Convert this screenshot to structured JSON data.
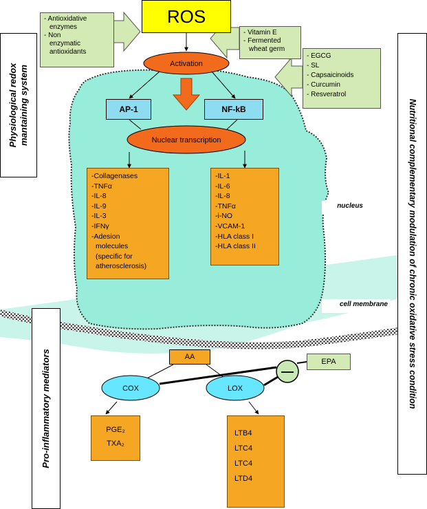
{
  "side_labels": {
    "left_top": [
      "Physiological redox",
      "mantaining system"
    ],
    "left_bottom": "Pro-inflammatory mediators",
    "right": "Nutritional complementary modulation of chronic oxidative stress condition"
  },
  "ros": "ROS",
  "activation": "Activation",
  "nuclear_transcription": "Nuclear transcription",
  "physiological_box": [
    "- Antioxidative",
    "  enzymes",
    "- Non",
    "  enzymatic",
    "  antioxidants"
  ],
  "vitamin_box": [
    "- Vitamin  E",
    "- Fermented",
    "  wheat germ"
  ],
  "nutrients_box": [
    "- EGCG",
    "- SL",
    "- Capsaicinoids",
    "- Curcumin",
    "- Resveratrol"
  ],
  "ap1": "AP-1",
  "nfkb": "NF-kB",
  "ap1_genes": [
    "-Collagenases",
    "-TNFα",
    "-IL-8",
    "-IL-9",
    "-IL-3",
    "-IFNγ",
    "-Adesion",
    "  molecules",
    "  (specific for",
    "  atherosclerosis)"
  ],
  "nfkb_genes": [
    "-IL-1",
    "-IL-6",
    "-IL-8",
    "-TNFα",
    "-i-NO",
    "-VCAM-1",
    "-HLA class I",
    "-HLA class II"
  ],
  "nucleus_label": "nucleus",
  "membrane_label": "cell membrane",
  "aa": "AA",
  "cox": "COX",
  "lox": "LOX",
  "epa": "EPA",
  "inhibit_symbol": "—",
  "cox_products": [
    "PGE₂",
    "TXA₂"
  ],
  "lox_products": [
    "LTB4",
    "LTC4",
    "LTC4",
    "LTD4"
  ],
  "colors": {
    "nucleus": "#98ecda",
    "membrane": "#c8f4ea",
    "activation": "#f26a1b",
    "ros": "#ffff00",
    "tf_box": "#8edcf0",
    "gene_box": "#f5a623",
    "modulator_box": "#d4eab4",
    "enzyme": "#66e6ff"
  }
}
